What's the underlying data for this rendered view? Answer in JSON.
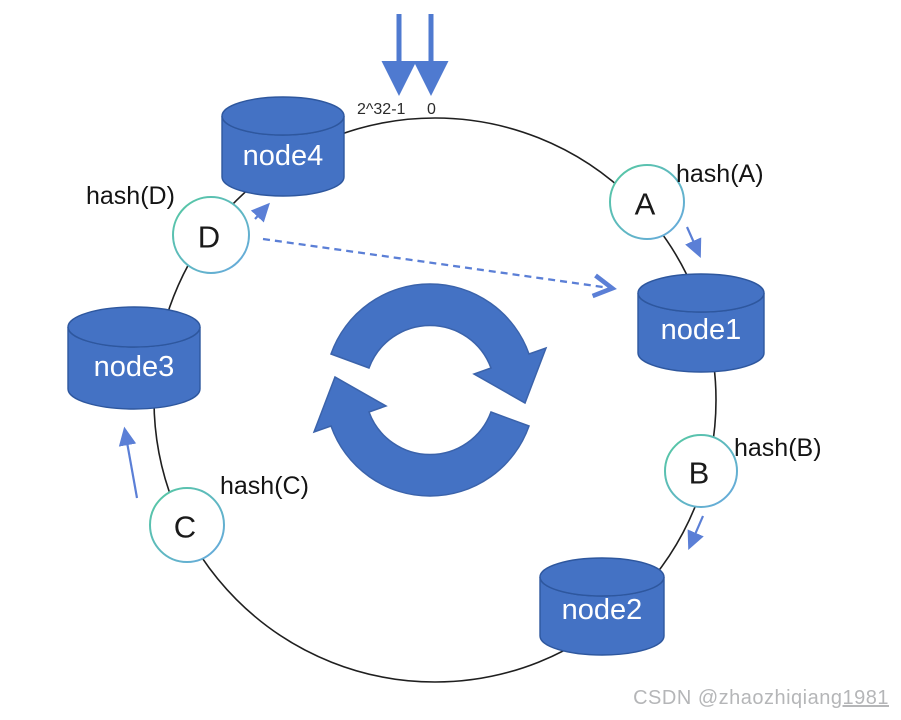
{
  "diagram": {
    "type": "consistent-hashing-ring",
    "range_labels": {
      "max_label": "2^32-1",
      "zero_label": "0"
    },
    "nodes": [
      {
        "id": "node1",
        "label": "node1"
      },
      {
        "id": "node2",
        "label": "node2"
      },
      {
        "id": "node3",
        "label": "node3"
      },
      {
        "id": "node4",
        "label": "node4"
      }
    ],
    "keys": [
      {
        "letter": "A",
        "hash_label": "hash(A)"
      },
      {
        "letter": "B",
        "hash_label": "hash(B)"
      },
      {
        "letter": "C",
        "hash_label": "hash(C)"
      },
      {
        "letter": "D",
        "hash_label": "hash(D)"
      }
    ],
    "colors": {
      "node_fill": "#4472c4",
      "node_stroke": "#2e579e",
      "ring_stroke": "#1f1f1f",
      "arrow_blue": "#5b7fd6",
      "big_arrow_blue": "#4f7ad0",
      "key_border_green": "#55c9a0",
      "key_border_blue": "#68a8e0",
      "watermark_gray": "#b5b6b8"
    }
  },
  "watermark": {
    "prefix": "CSDN @zhaozhiqiang",
    "suffix": "1981"
  }
}
